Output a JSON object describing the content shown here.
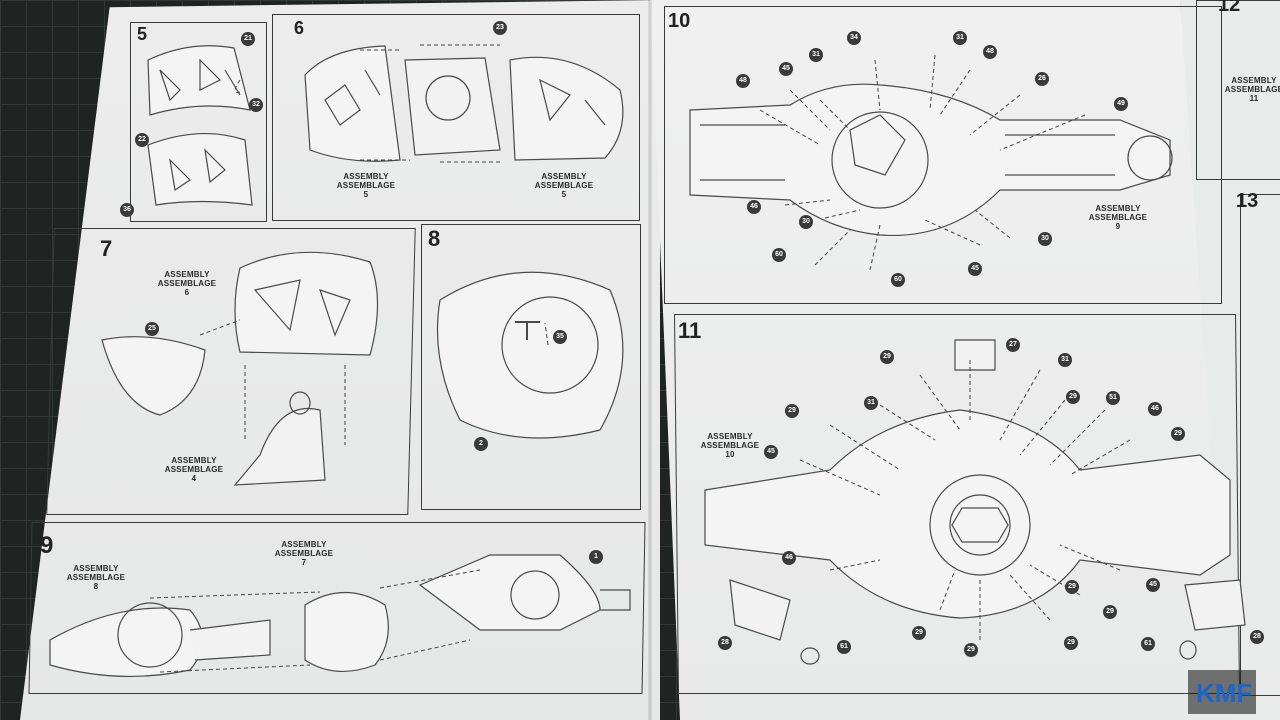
{
  "steps": [
    {
      "number": "5",
      "assemblies": [],
      "callouts": [
        "21",
        "32",
        "22",
        "36"
      ]
    },
    {
      "number": "6",
      "assemblies": [
        {
          "line1": "ASSEMBLY",
          "line2": "ASSEMBLAGE",
          "line3": "5"
        },
        {
          "line1": "ASSEMBLY",
          "line2": "ASSEMBLAGE",
          "line3": "5"
        }
      ],
      "callouts": [
        "23"
      ]
    },
    {
      "number": "7",
      "assemblies": [
        {
          "line1": "ASSEMBLY",
          "line2": "ASSEMBLAGE",
          "line3": "6"
        },
        {
          "line1": "ASSEMBLY",
          "line2": "ASSEMBLAGE",
          "line3": "4"
        }
      ],
      "callouts": [
        "25"
      ]
    },
    {
      "number": "8",
      "assemblies": [],
      "callouts": [
        "35",
        "2"
      ]
    },
    {
      "number": "9",
      "assemblies": [
        {
          "line1": "ASSEMBLY",
          "line2": "ASSEMBLAGE",
          "line3": "8"
        },
        {
          "line1": "ASSEMBLY",
          "line2": "ASSEMBLAGE",
          "line3": "7"
        }
      ],
      "callouts": [
        "1"
      ]
    },
    {
      "number": "10",
      "assemblies": [
        {
          "line1": "ASSEMBLY",
          "line2": "ASSEMBLAGE",
          "line3": "9"
        }
      ],
      "callouts": [
        "34",
        "31",
        "31",
        "48",
        "45",
        "48",
        "26",
        "49",
        "46",
        "30",
        "45",
        "30",
        "60",
        "60"
      ]
    },
    {
      "number": "11",
      "assemblies": [
        {
          "line1": "ASSEMBLY",
          "line2": "ASSEMBLAGE",
          "line3": "10"
        }
      ],
      "callouts": [
        "29",
        "27",
        "31",
        "31",
        "29",
        "29",
        "51",
        "46",
        "29",
        "45",
        "46",
        "45",
        "28",
        "61",
        "29",
        "29",
        "29",
        "29",
        "29",
        "61",
        "28"
      ]
    },
    {
      "number": "12",
      "assemblies": [
        {
          "line1": "ASSEMBLY",
          "line2": "ASSEMBLAGE",
          "line3": "11"
        }
      ],
      "callouts": []
    },
    {
      "number": "13",
      "assemblies": [],
      "callouts": []
    }
  ],
  "logo": {
    "text": "KMF",
    "color": "#1b66c9"
  },
  "colors": {
    "paper": "#ececec",
    "ink": "#3a3a3a",
    "mat": "#1f2322"
  }
}
